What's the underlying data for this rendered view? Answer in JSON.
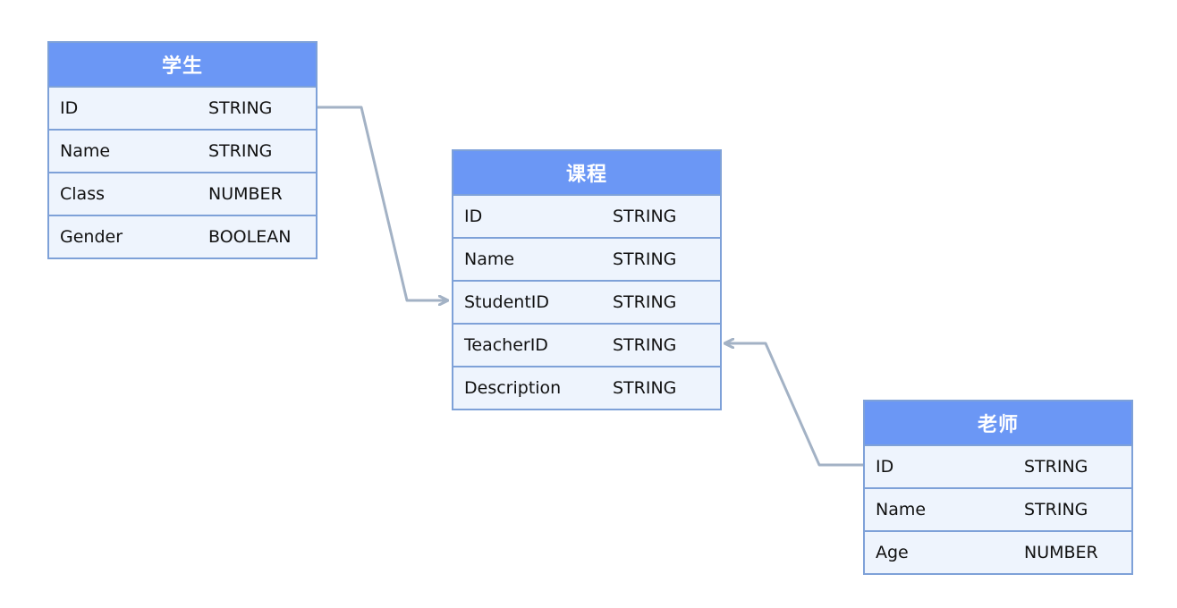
{
  "colors": {
    "header_bg": "#6b97f5",
    "header_text": "#ffffff",
    "row_bg": "#eef4fd",
    "border": "#7ea1d8",
    "connector": "#a3b2c5"
  },
  "entities": {
    "student": {
      "title": "学生",
      "fields": [
        {
          "name": "ID",
          "type": "STRING"
        },
        {
          "name": "Name",
          "type": "STRING"
        },
        {
          "name": "Class",
          "type": "NUMBER"
        },
        {
          "name": "Gender",
          "type": "BOOLEAN"
        }
      ]
    },
    "course": {
      "title": "课程",
      "fields": [
        {
          "name": "ID",
          "type": "STRING"
        },
        {
          "name": "Name",
          "type": "STRING"
        },
        {
          "name": "StudentID",
          "type": "STRING"
        },
        {
          "name": "TeacherID",
          "type": "STRING"
        },
        {
          "name": "Description",
          "type": "STRING"
        }
      ]
    },
    "teacher": {
      "title": "老师",
      "fields": [
        {
          "name": "ID",
          "type": "STRING"
        },
        {
          "name": "Name",
          "type": "STRING"
        },
        {
          "name": "Age",
          "type": "NUMBER"
        }
      ]
    }
  },
  "relations": [
    {
      "from": "student.ID",
      "to": "course.StudentID"
    },
    {
      "from": "teacher.ID",
      "to": "course.TeacherID"
    }
  ]
}
